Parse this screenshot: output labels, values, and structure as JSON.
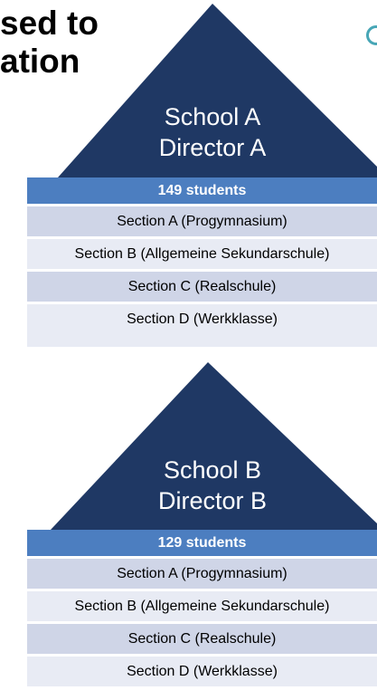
{
  "heading": {
    "line1": "sed to",
    "line2": "ation"
  },
  "colors": {
    "roof": "#1f3864",
    "band": "#4c7ec0",
    "row_dark": "#cfd5e7",
    "row_light": "#e8ebf4",
    "accent_circle": "#47a6b6"
  },
  "schools": [
    {
      "name": "School A",
      "director": "Director A",
      "students": "149 students",
      "sections": [
        "Section A (Progymnasium)",
        "Section B (Allgemeine Sekundarschule)",
        "Section C (Realschule)",
        "Section D (Werkklasse)"
      ]
    },
    {
      "name": "School B",
      "director": "Director B",
      "students": "129 students",
      "sections": [
        "Section A (Progymnasium)",
        "Section B (Allgemeine Sekundarschule)",
        "Section C (Realschule)",
        "Section D (Werkklasse)"
      ]
    }
  ]
}
